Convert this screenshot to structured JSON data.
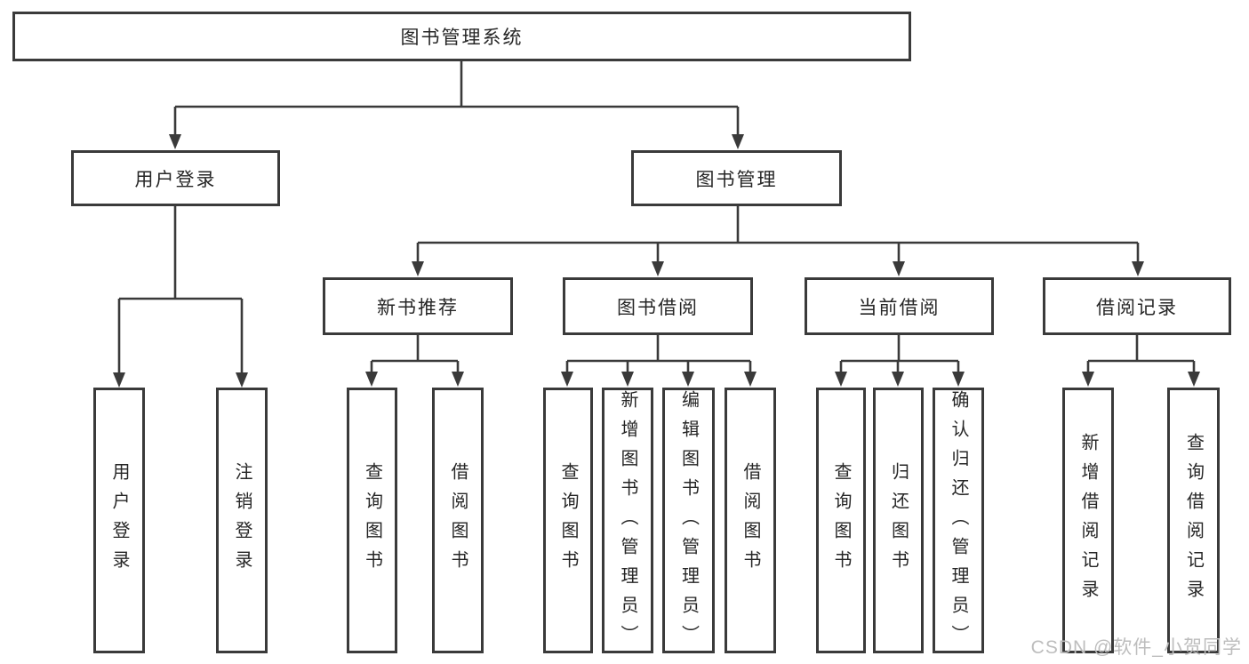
{
  "diagram_title": "图书管理系统",
  "tree": {
    "label": "图书管理系统",
    "children": [
      {
        "label": "用户登录",
        "children": [
          {
            "label": "用户登录"
          },
          {
            "label": "注销登录"
          }
        ]
      },
      {
        "label": "图书管理",
        "children": [
          {
            "label": "新书推荐",
            "children": [
              {
                "label": "查询图书"
              },
              {
                "label": "借阅图书"
              }
            ]
          },
          {
            "label": "图书借阅",
            "children": [
              {
                "label": "查询图书"
              },
              {
                "label": "新增图书（管理员）"
              },
              {
                "label": "编辑图书（管理员）"
              },
              {
                "label": "借阅图书"
              }
            ]
          },
          {
            "label": "当前借阅",
            "children": [
              {
                "label": "查询图书"
              },
              {
                "label": "归还图书"
              },
              {
                "label": "确认归还（管理员）"
              }
            ]
          },
          {
            "label": "借阅记录",
            "children": [
              {
                "label": "新增借阅记录"
              },
              {
                "label": "查询借阅记录"
              }
            ]
          }
        ]
      }
    ]
  },
  "watermark": "CSDN @软件_小贺同学",
  "colors": {
    "line": "#3a3a3a",
    "box_border": "#3a3a3a",
    "box_fill": "#ffffff",
    "text": "#262626",
    "background": "#ffffff",
    "watermark": "#bdbdbd"
  }
}
